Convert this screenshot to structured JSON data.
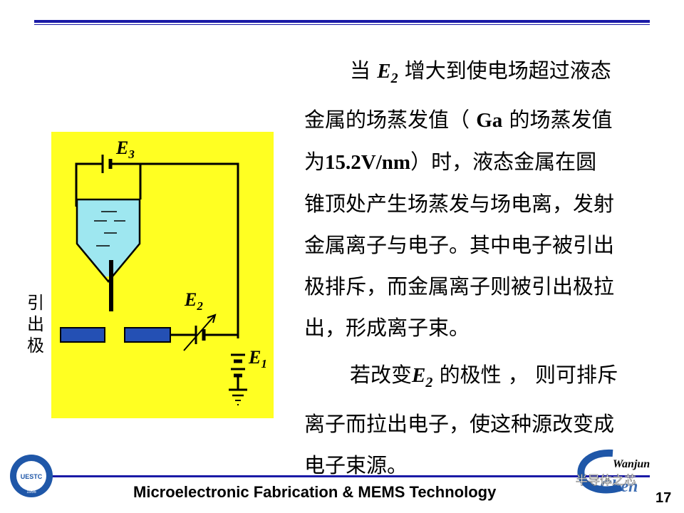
{
  "slide": {
    "paragraph1_lines": [
      [
        {
          "t": "当 "
        },
        {
          "v": "E",
          "sub": "2"
        },
        {
          "t": " 增大到使电场超过液态"
        }
      ],
      [
        {
          "t": "金属的场蒸发值（ "
        },
        {
          "l": "Ga"
        },
        {
          "t": " 的场蒸发值"
        }
      ],
      [
        {
          "t": "为"
        },
        {
          "l": "15.2V/nm"
        },
        {
          "t": "）时，液态金属在圆"
        }
      ],
      [
        {
          "t": "锥顶处产生场蒸发与场电离，发射"
        }
      ],
      [
        {
          "t": "金属离子与电子。其中电子被引出"
        }
      ],
      [
        {
          "t": "极排斥，而金属离子则被引出极拉"
        }
      ],
      [
        {
          "t": "出，形成离子束。"
        }
      ]
    ],
    "paragraph2_lines": [
      [
        {
          "t": "若改变"
        },
        {
          "v": "E",
          "sub": "2"
        },
        {
          "t": " 的极性 ， 则可排斥"
        }
      ],
      [
        {
          "t": "离子而拉出电子，使这种源改变成"
        }
      ],
      [
        {
          "t": "电子束源。"
        }
      ]
    ],
    "side_label": [
      "引",
      "出",
      "极"
    ],
    "footer_title": "Microelectronic Fabrication & MEMS Technology",
    "page_number": "17",
    "logo_text": "UESTC",
    "logo_year": "1956",
    "brand_text": "Wanjun",
    "brand_text2": "Chen",
    "watermark": "半导体之芯"
  },
  "diagram": {
    "labels": {
      "e3": "E",
      "e3_sub": "3",
      "e2": "E",
      "e2_sub": "2",
      "e1": "E",
      "e1_sub": "1"
    },
    "colors": {
      "background": "#ffff22",
      "liquid": "#9ee7f0",
      "electrode": "#2450b4",
      "wire": "#000000",
      "rule": "#1a1aa6"
    }
  }
}
